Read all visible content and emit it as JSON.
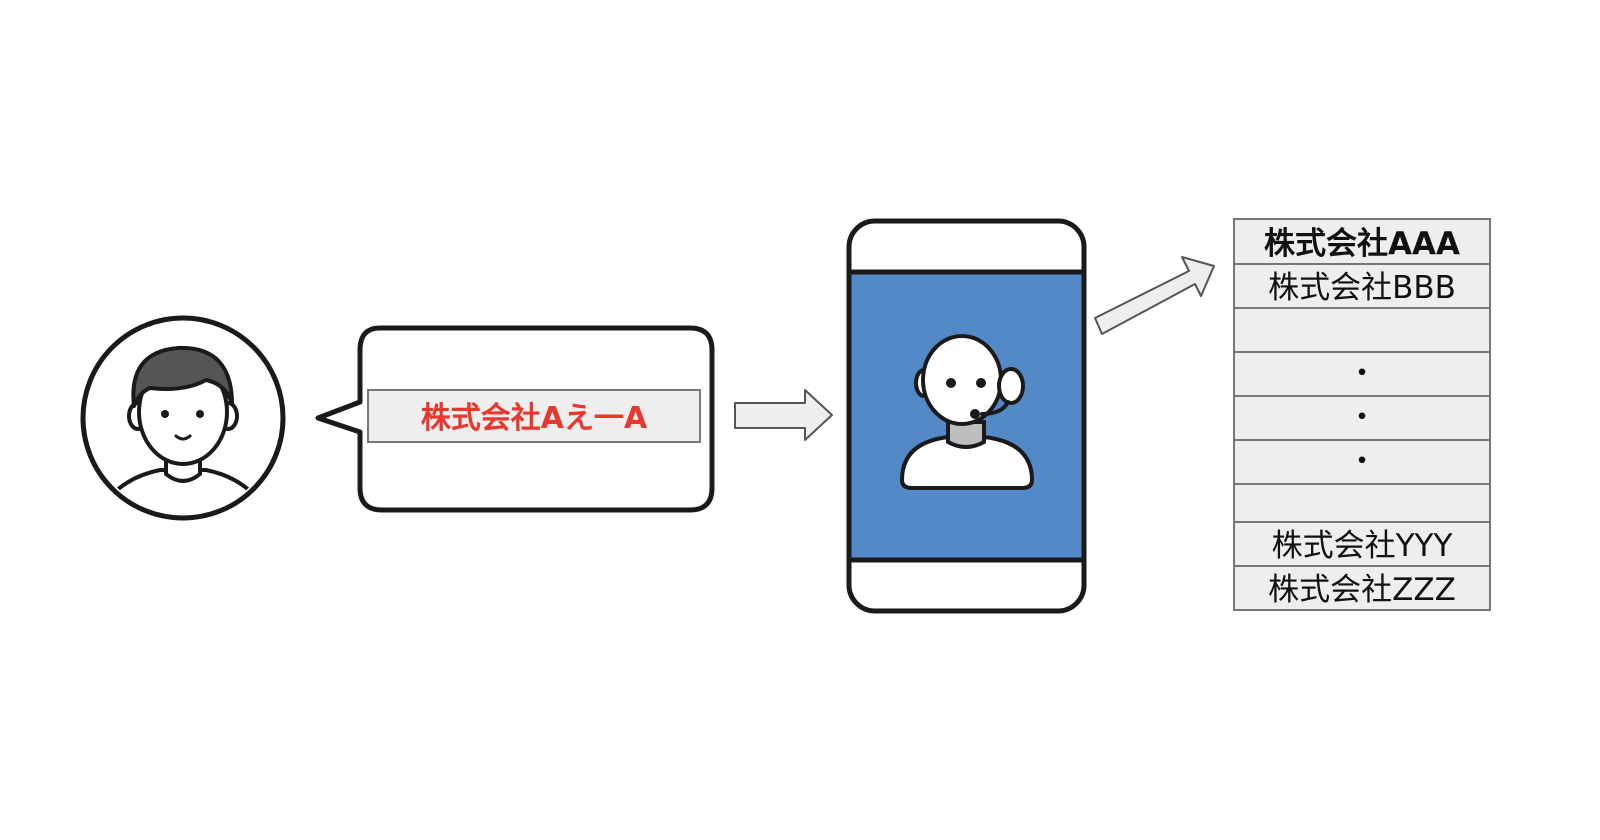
{
  "speech": {
    "text": "株式会社Aえ一A"
  },
  "company_list": {
    "rows": [
      "株式会社AAA",
      "株式会社BBB",
      "",
      "・",
      "・",
      "・",
      "",
      "株式会社YYY",
      "株式会社ZZZ"
    ]
  },
  "colors": {
    "outline": "#1a1a1a",
    "speech_text": "#e8372c",
    "phone_screen": "#5289c6",
    "list_fill": "#eeeeee",
    "list_border": "#777777",
    "arrow_fill": "#eeeeee",
    "arrow_border": "#555555",
    "operator_neck": "#bdbdbd",
    "user_hair": "#555555"
  },
  "icons": {
    "user": "user-avatar-icon",
    "operator": "robot-operator-headset-icon",
    "arrow": "right-arrow-icon",
    "phone": "smartphone-icon"
  }
}
